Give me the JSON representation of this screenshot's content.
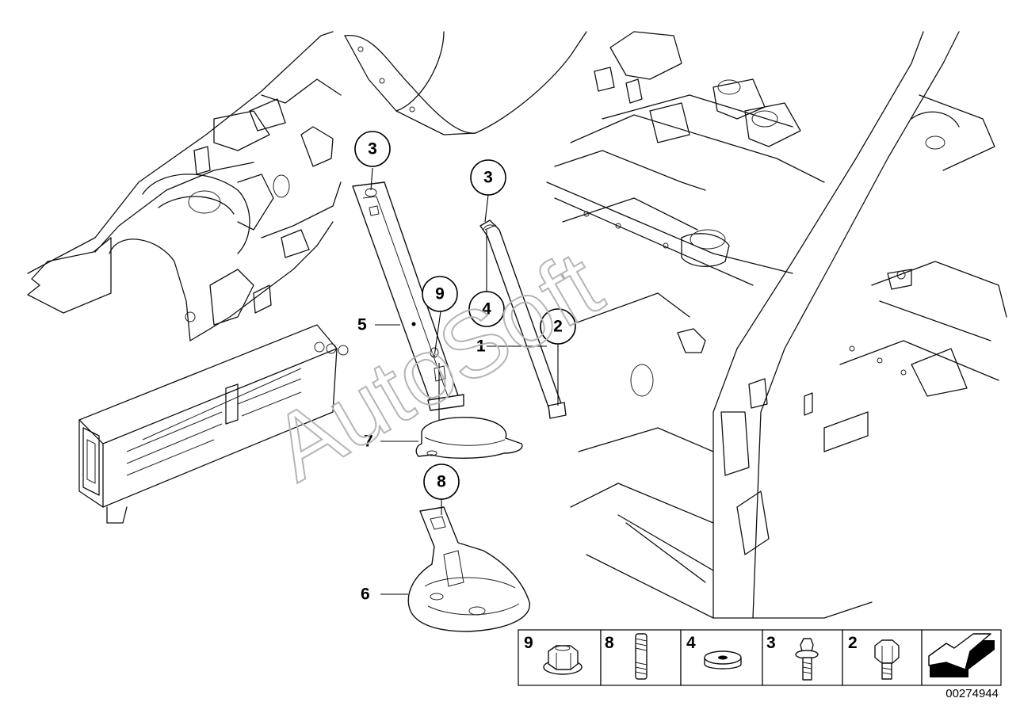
{
  "callouts": {
    "c1": "1",
    "c2": "2",
    "c3a": "3",
    "c3b": "3",
    "c4": "4",
    "c5": "5",
    "c6": "6",
    "c7": "7",
    "c8": "8",
    "c9": "9"
  },
  "watermark": "AutoSoft",
  "legend": [
    {
      "number": "9",
      "part": "hex-flange-nut-icon"
    },
    {
      "number": "8",
      "part": "threaded-stud-icon"
    },
    {
      "number": "4",
      "part": "washer-icon"
    },
    {
      "number": "3",
      "part": "bolt-with-washer-icon"
    },
    {
      "number": "2",
      "part": "hex-bolt-icon"
    }
  ],
  "doc_number": "00274944"
}
